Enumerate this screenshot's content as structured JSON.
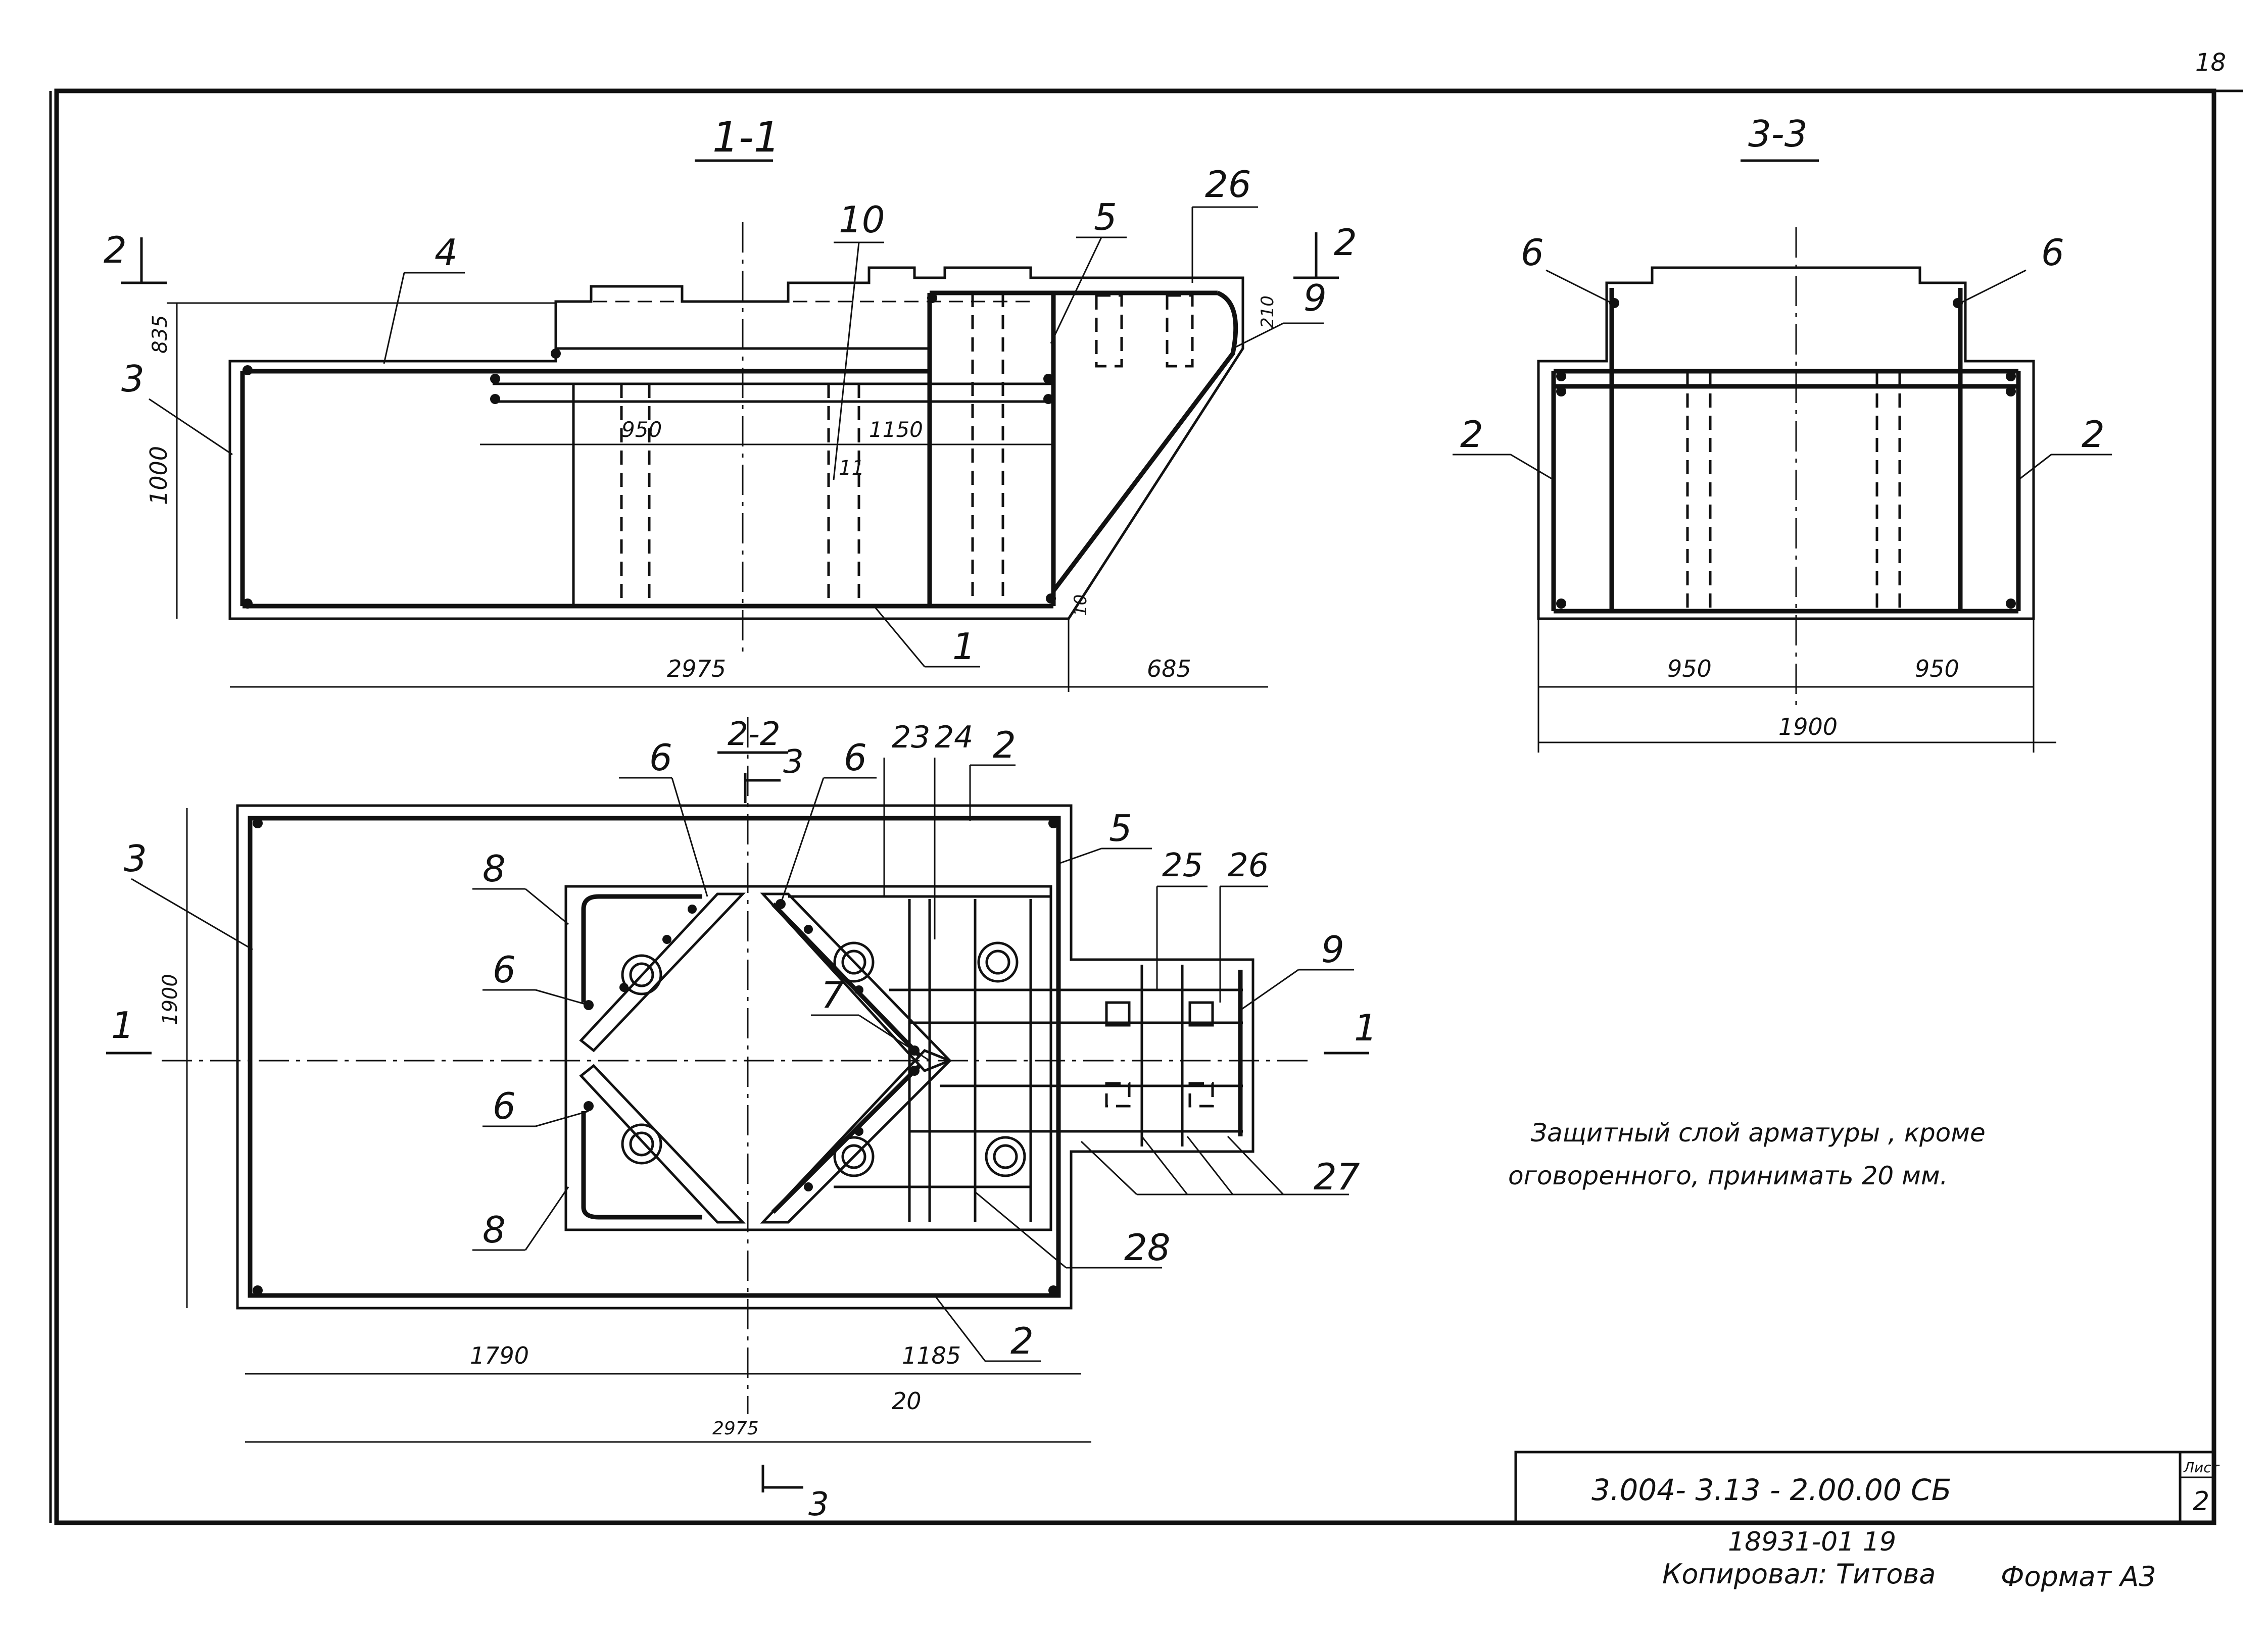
{
  "sheet": {
    "corner_number": "18",
    "sheet_label": "Лист",
    "sheet_number": "2",
    "code": "3.004- 3.13 - 2.00.00 СБ",
    "inventory": "18931-01  19",
    "copied_by": "Копировал: Титова",
    "format": "Формат А3"
  },
  "note": {
    "line1": "Защитный  слой  арматуры , кроме",
    "line2": "оговоренного,  принимать  20 мм."
  },
  "section_1_1": {
    "title": "1-1",
    "dims": {
      "overall": "2975",
      "right": "685",
      "height": "1000",
      "top": "835",
      "span_a": "950",
      "span_b": "1150",
      "small": "10",
      "slope": "210"
    },
    "cut_mark": "2",
    "labels": {
      "p4": "4",
      "p3": "3",
      "p10": "10",
      "p5": "5",
      "p26": "26",
      "p9": "9",
      "p1": "1",
      "p11": "11"
    }
  },
  "section_3_3": {
    "title": "3-3",
    "dims": {
      "left": "950",
      "right": "950",
      "overall": "1900"
    },
    "labels": {
      "p6a": "6",
      "p6b": "6",
      "p2a": "2",
      "p2b": "2"
    }
  },
  "plan_2_2": {
    "title": "2-2",
    "dims": {
      "left": "1790",
      "right": "1185",
      "overall": "2975",
      "height": "1900",
      "small": "20"
    },
    "cut_marks": {
      "one": "1",
      "three": "3"
    },
    "labels": {
      "p6a": "6",
      "p6b": "6",
      "p6c": "6",
      "p6d": "6",
      "p23": "23",
      "p24": "24",
      "p2top": "2",
      "p5": "5",
      "p25": "25",
      "p26": "26",
      "p9": "9",
      "p8a": "8",
      "p8b": "8",
      "p7": "7",
      "p3": "3",
      "p27": "27",
      "p28": "28",
      "p2bot": "2"
    }
  }
}
